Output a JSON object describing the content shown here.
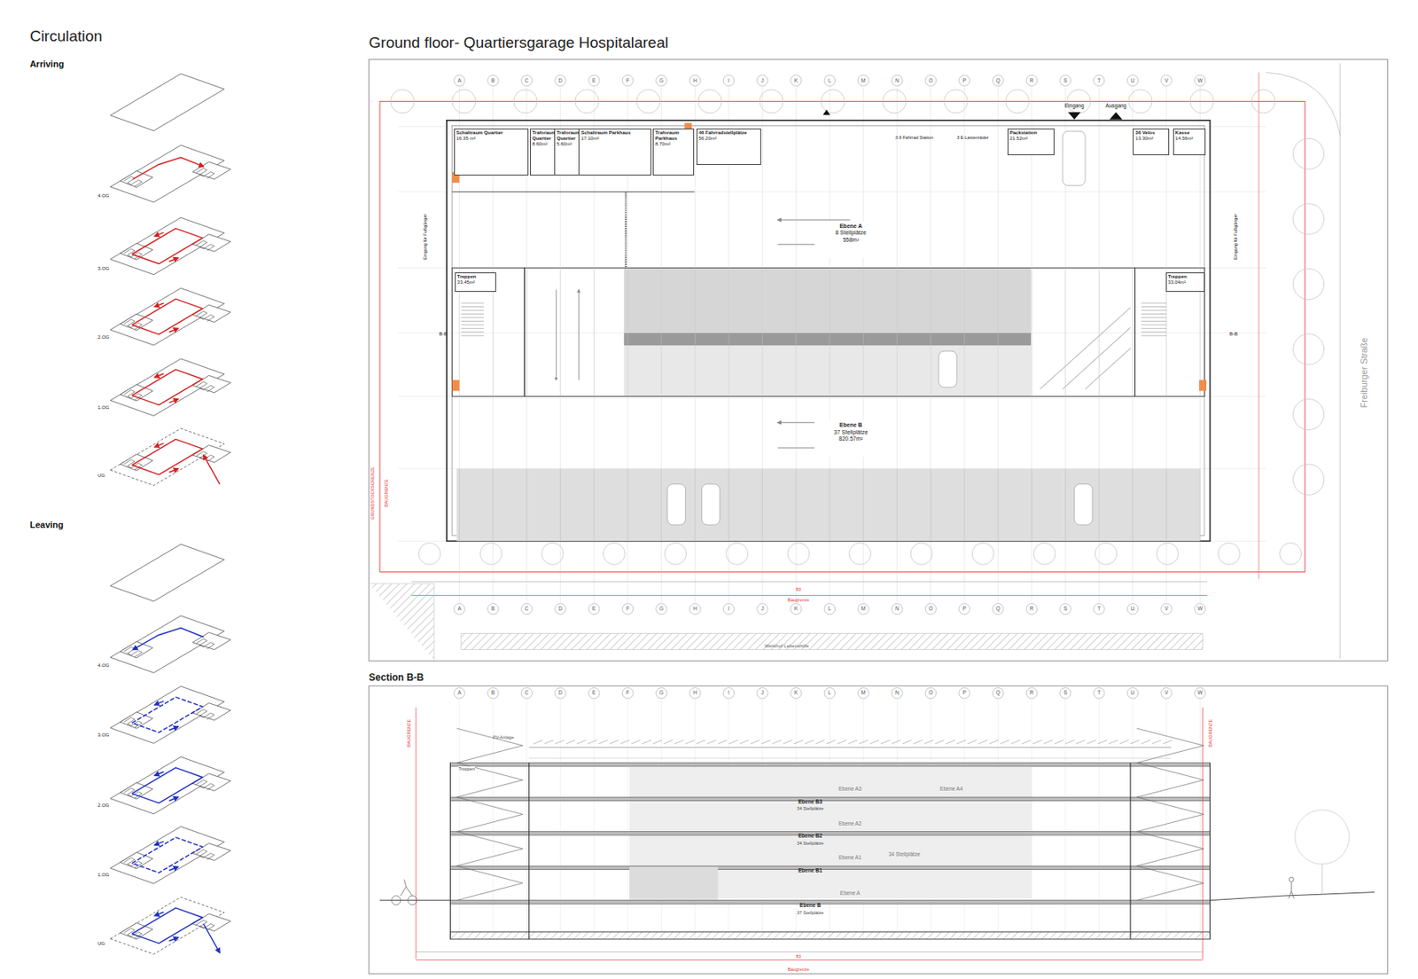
{
  "diagram": {
    "nodes": [
      {
        "text": [
          "Ground floor- Quartiersgarage Hospitalareal"
        ]
      },
      {
        "text": [
          "Section B-B"
        ]
      },
      {
        "text": [
          "Schaltraum Quartier",
          "16.35 m²"
        ],
        "in": 0
      },
      {
        "text": [
          "Traforaum Quartier",
          "8.60m²"
        ],
        "in": 0
      },
      {
        "text": [
          "Traforaum Quartier",
          "5.60m²"
        ],
        "in": 0
      },
      {
        "text": [
          "Schaltraum Parkhaus",
          "17.10m²"
        ],
        "in": 0
      },
      {
        "text": [
          "Traforaum Parkhaus",
          "8.70m²"
        ],
        "in": 0
      },
      {
        "text": [
          "46 Fahrradstellplätze",
          "56.20m²"
        ],
        "in": 0
      },
      {
        "text": [
          "Packstation",
          "21.52m²"
        ],
        "in": 0
      },
      {
        "text": [
          "36 Velos",
          "13.30m²"
        ],
        "in": 0
      },
      {
        "text": [
          "Kasse",
          "14.56m²"
        ],
        "in": 0
      },
      {
        "text": [
          "Ebene A",
          "8 Stellplätze",
          "558m²"
        ],
        "in": 0
      },
      {
        "text": [
          "Ebene B",
          "37 Stellplätze",
          "820.57m²"
        ],
        "in": 0
      },
      {
        "text": [
          "Treppen",
          "33.45m²"
        ],
        "in": 0
      },
      {
        "text": [
          "Treppen",
          "33.04m²"
        ],
        "in": 0
      }
    ],
    "labels": [
      "Circulation",
      "Arriving",
      "4.OG",
      "3.OG",
      "2.OG",
      "1.OG",
      "UG",
      "Leaving",
      "4.OG",
      "3.OG",
      "2.OG",
      "1.OG",
      "UG",
      "Eingang",
      "Ausgang",
      "Freiburger Straße",
      "Werkhof Lebenshilfe",
      "GRUNDSTÜCKSGRENZE",
      "BAUGRENZE",
      "Baugrenze",
      "83",
      "B-B",
      "B-B",
      "Ebene B3",
      "34 Stellplätze",
      "Ebene B2",
      "34 Stellplätze",
      "Ebene B1",
      "Ebene B",
      "37 Stellplätze",
      "Ebene A3",
      "Ebene A4",
      "Ebene A2",
      "Ebene A1",
      "34 Stellplätze",
      "Ebene A",
      "PV-Anlage",
      "Baugrenze",
      "BAUGRENZE",
      "BAUGRENZE",
      "83",
      "A",
      "B",
      "C",
      "D",
      "E",
      "F",
      "G",
      "H",
      "I",
      "J",
      "K",
      "L",
      "M",
      "N",
      "O",
      "P",
      "Q",
      "R",
      "S",
      "T",
      "U",
      "V",
      "W",
      "A",
      "B",
      "C",
      "D",
      "E",
      "F",
      "G",
      "H",
      "I",
      "J",
      "K",
      "L",
      "M",
      "N",
      "O",
      "P",
      "Q",
      "R",
      "S",
      "T",
      "U",
      "V",
      "W",
      "A",
      "B",
      "C",
      "D",
      "E",
      "F",
      "G",
      "H",
      "I",
      "J",
      "K",
      "L",
      "M",
      "N",
      "O",
      "P",
      "Q",
      "R",
      "S",
      "T",
      "U",
      "V",
      "W",
      "3.6 Fahrrad Station",
      "3 E-Lastenräder",
      "Eingang für Fußgänger",
      "Eingang für Fußgänger",
      "Treppen"
    ]
  }
}
